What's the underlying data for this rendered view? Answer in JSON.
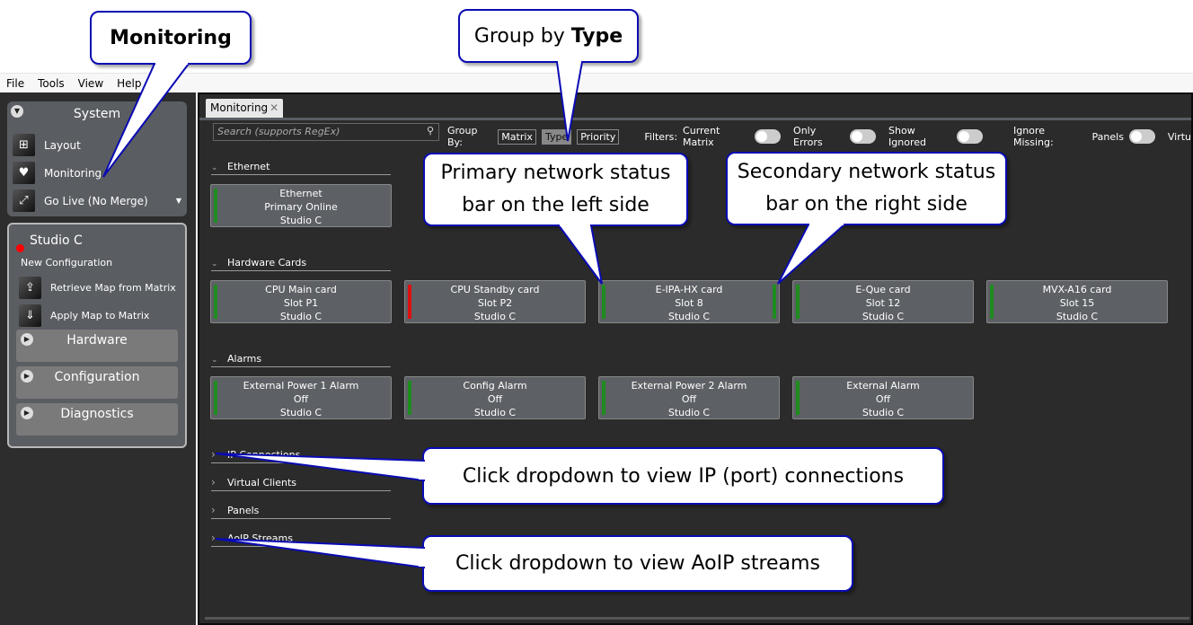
{
  "menu": [
    "File",
    "Tools",
    "View",
    "Help"
  ],
  "system": {
    "title": "System",
    "items": [
      {
        "label": "Layout",
        "icon": "layout-icon"
      },
      {
        "label": "Monitoring",
        "icon": "monitoring-icon"
      },
      {
        "label": "Go Live (No Merge)",
        "icon": "go-live-icon"
      }
    ]
  },
  "studio": {
    "title": "Studio C",
    "status_color": "#ff0000",
    "config": "New Configuration",
    "actions": [
      "Retrieve Map from Matrix",
      "Apply Map to Matrix"
    ],
    "sections": [
      "Hardware",
      "Configuration",
      "Diagnostics"
    ]
  },
  "tab": {
    "label": "Monitoring"
  },
  "search": {
    "placeholder": "Search (supports RegEx)"
  },
  "group_by": {
    "label": "Group By:",
    "options": [
      "Matrix",
      "Type",
      "Priority"
    ],
    "selected": "Type"
  },
  "filters": {
    "label": "Filters:",
    "toggles": [
      "Current Matrix",
      "Only Errors",
      "Show Ignored"
    ]
  },
  "ignore_missing": {
    "label": "Ignore Missing:",
    "toggles": [
      "Panels",
      "Virtu"
    ]
  },
  "colors": {
    "ok": "#1e8c1e",
    "error": "#e01010",
    "callout_border": "#0a0ab4"
  },
  "groups": [
    {
      "name": "Ethernet",
      "expanded": true,
      "cards": [
        {
          "lines": [
            "Ethernet",
            "Primary Online",
            "Studio C"
          ],
          "primary": "ok",
          "secondary": null
        }
      ]
    },
    {
      "name": "Hardware Cards",
      "expanded": true,
      "cards": [
        {
          "lines": [
            "CPU Main card",
            "Slot P1",
            "Studio C"
          ],
          "primary": "ok",
          "secondary": null
        },
        {
          "lines": [
            "CPU Standby card",
            "Slot P2",
            "Studio C"
          ],
          "primary": "error",
          "secondary": null
        },
        {
          "lines": [
            "E-IPA-HX card",
            "Slot 8",
            "Studio C"
          ],
          "primary": "ok",
          "secondary": "ok"
        },
        {
          "lines": [
            "E-Que card",
            "Slot 12",
            "Studio C"
          ],
          "primary": "ok",
          "secondary": null
        },
        {
          "lines": [
            "MVX-A16 card",
            "Slot 15",
            "Studio C"
          ],
          "primary": "ok",
          "secondary": null
        }
      ]
    },
    {
      "name": "Alarms",
      "expanded": true,
      "cards": [
        {
          "lines": [
            "External Power 1 Alarm",
            "Off",
            "Studio C"
          ],
          "primary": "ok",
          "secondary": null
        },
        {
          "lines": [
            "Config Alarm",
            "Off",
            "Studio C"
          ],
          "primary": "ok",
          "secondary": null
        },
        {
          "lines": [
            "External Power 2 Alarm",
            "Off",
            "Studio C"
          ],
          "primary": "ok",
          "secondary": null
        },
        {
          "lines": [
            "External Alarm",
            "Off",
            "Studio C"
          ],
          "primary": "ok",
          "secondary": null
        }
      ]
    },
    {
      "name": "IP Connections",
      "expanded": false,
      "cards": []
    },
    {
      "name": "Virtual Clients",
      "expanded": false,
      "cards": []
    },
    {
      "name": "Panels",
      "expanded": false,
      "cards": []
    },
    {
      "name": "AoIP Streams",
      "expanded": false,
      "cards": []
    }
  ],
  "callouts": {
    "monitoring": "Monitoring",
    "group_by_prefix": "Group by ",
    "group_by_bold": "Type",
    "primary": "Primary network status bar on the left side",
    "secondary": "Secondary network status bar on the right side",
    "ip": "Click dropdown to view IP (port) connections",
    "aoip": "Click dropdown to view AoIP streams"
  }
}
